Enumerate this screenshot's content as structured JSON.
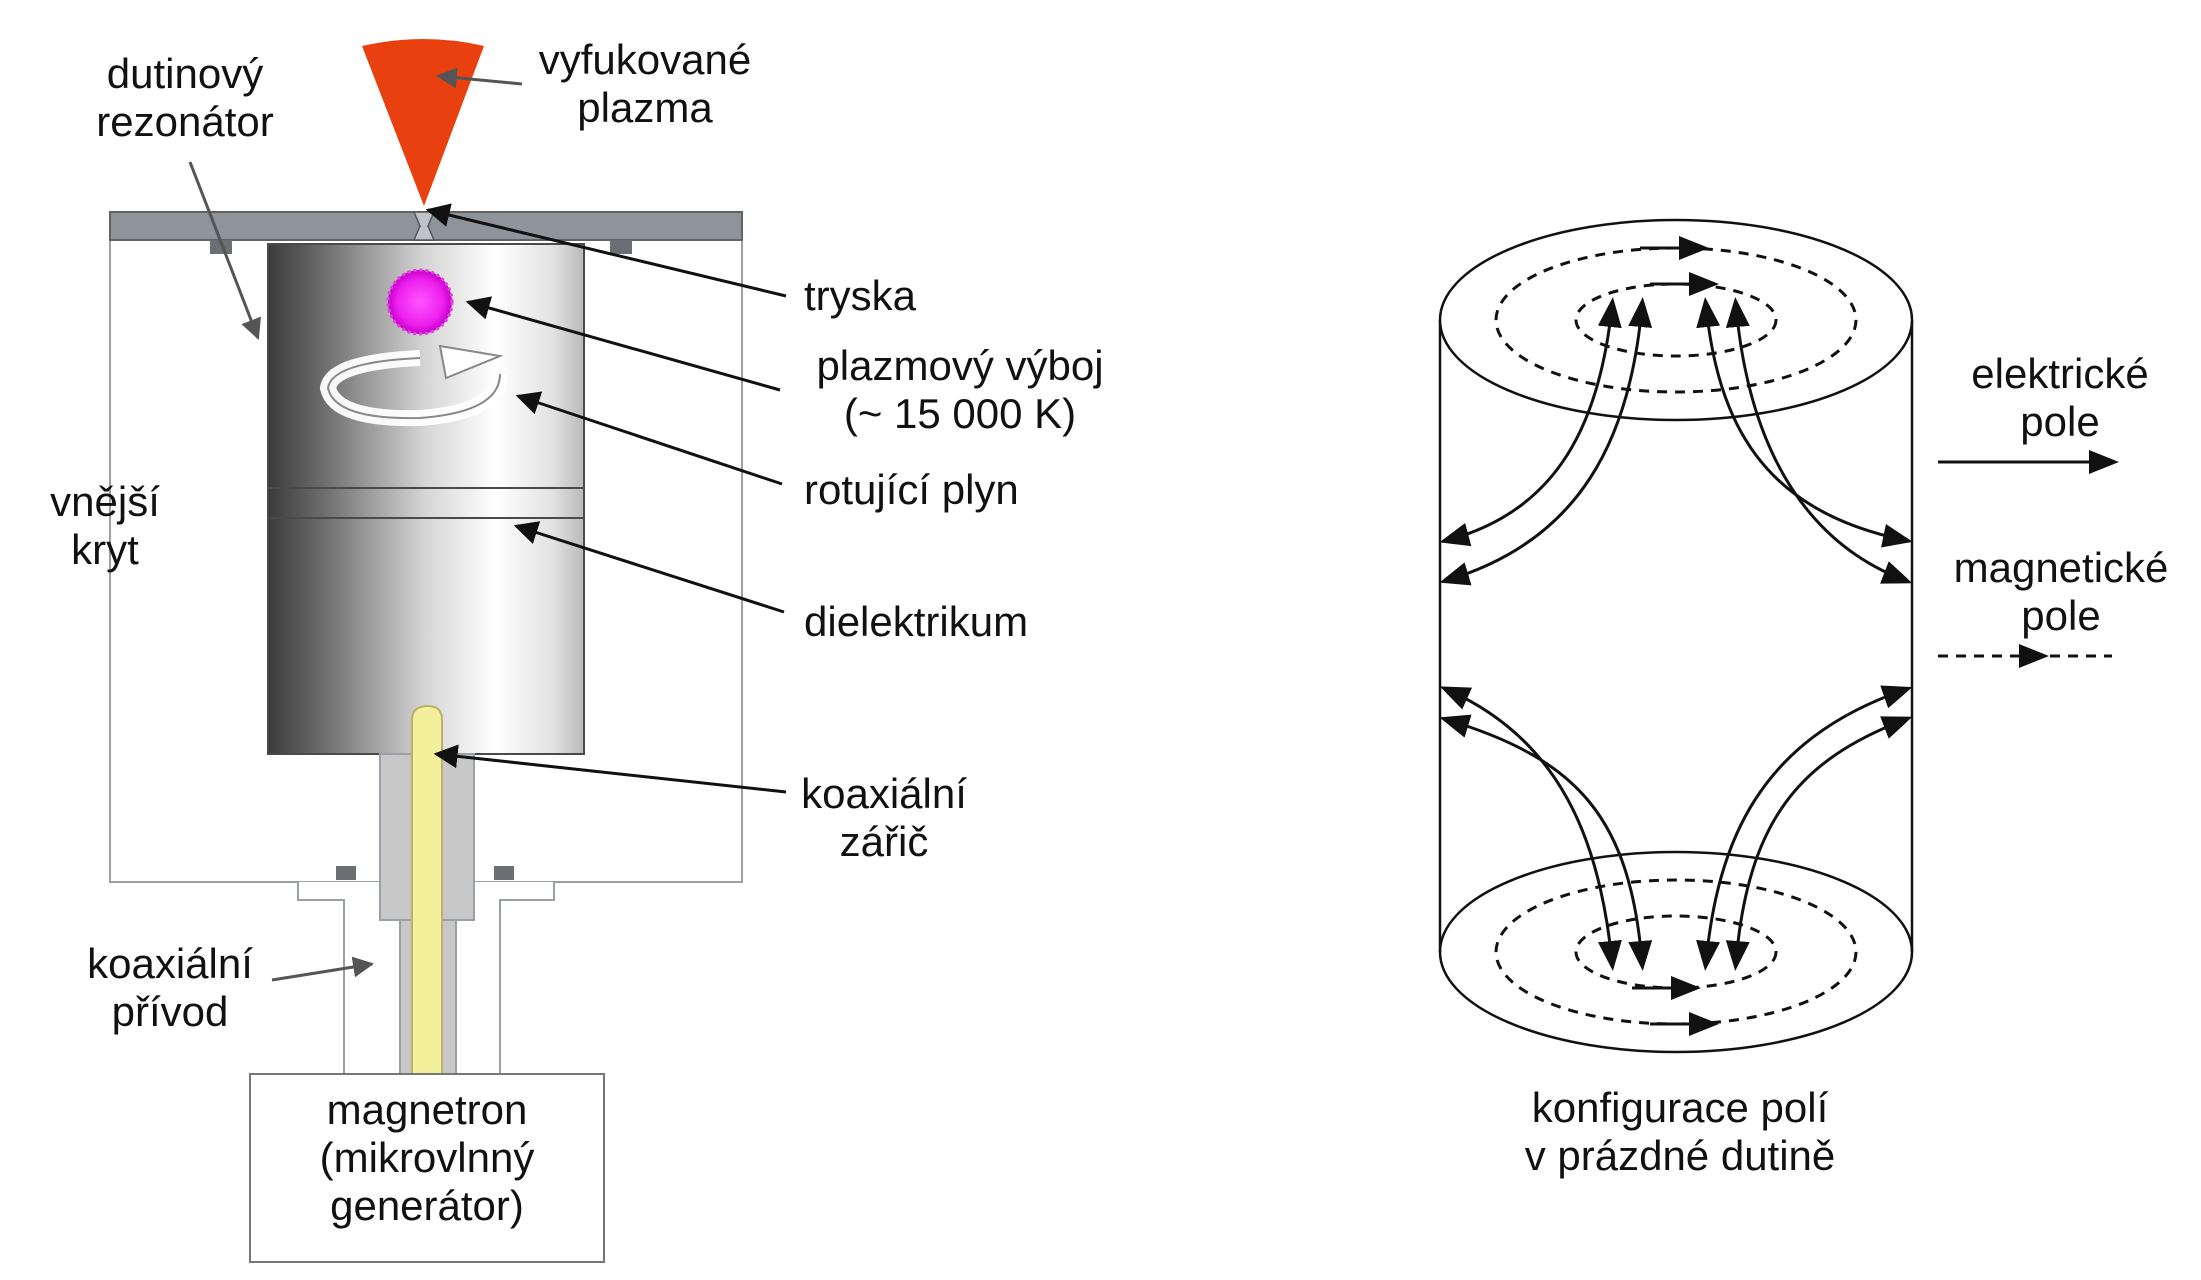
{
  "left_diagram": {
    "labels": {
      "cavity_resonator": [
        "dutinový",
        "rezonátor"
      ],
      "exhausted_plasma": [
        "vyfukované",
        "plazma"
      ],
      "nozzle": "tryska",
      "plasma_discharge": [
        "plazmový výboj",
        "(~ 15 000 K)"
      ],
      "rotating_gas": "rotující plyn",
      "outer_casing": [
        "vnější",
        "kryt"
      ],
      "dielectric": "dielektrikum",
      "coaxial_emitter": [
        "koaxiální",
        "zářič"
      ],
      "coaxial_feed": [
        "koaxiální",
        "přívod"
      ],
      "magnetron": [
        "magnetron",
        "(mikrovlnný",
        "generátor)"
      ]
    },
    "colors": {
      "plasma_plume": "#e8410f",
      "plasma_ball": "#ee33ee",
      "top_plate": "#8f9499",
      "emitter": "#f3ef9b",
      "coax": "#c8c8c8",
      "arrow": "#555555"
    }
  },
  "right_diagram": {
    "legend": {
      "electric": [
        "elektrické",
        "pole"
      ],
      "magnetic": [
        "magnetické",
        "pole"
      ]
    },
    "caption": [
      "konfigurace polí",
      "v prázdné dutině"
    ]
  }
}
